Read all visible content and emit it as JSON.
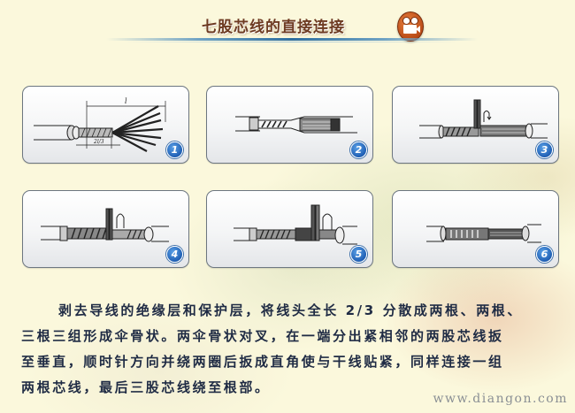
{
  "header": {
    "title": "七股芯线的直接连接",
    "icon": "movie-camera-icon"
  },
  "colors": {
    "background": "#fbf8dc",
    "title": "#6e3b22",
    "rule": "#2f6fa0",
    "panel_border": "#6c7680",
    "badge": "#1f5fb4",
    "text": "#1f2b44",
    "watermark": "#8a8f94"
  },
  "steps": [
    {
      "number": "1",
      "description": "stripped seven-strand core spread into umbrella shape",
      "dim_total": "l",
      "dim_partial": "2l/3"
    },
    {
      "number": "2",
      "description": "two umbrella-shaped ends interlaced"
    },
    {
      "number": "3",
      "description": "two adjacent strands bent upright and wound clockwise"
    },
    {
      "number": "4",
      "description": "second group of two strands bent upright and wound"
    },
    {
      "number": "5",
      "description": "third group of strands bent upright and wound"
    },
    {
      "number": "6",
      "description": "completed direct connection wound to root"
    }
  ],
  "description": {
    "lines": [
      "剥去导线的绝缘层和保护层，将线头全长 2/3 分散成两根、两根、",
      "三根三组形成伞骨状。两伞骨状对叉，在一端分出紧相邻的两股芯线扳",
      "至垂直，顺时针方向并绕两圈后扳成直角使与干线贴紧，同样连接一组",
      "两根芯线，最后三股芯线绕至根部。"
    ]
  },
  "watermark": "www.diangon.com"
}
